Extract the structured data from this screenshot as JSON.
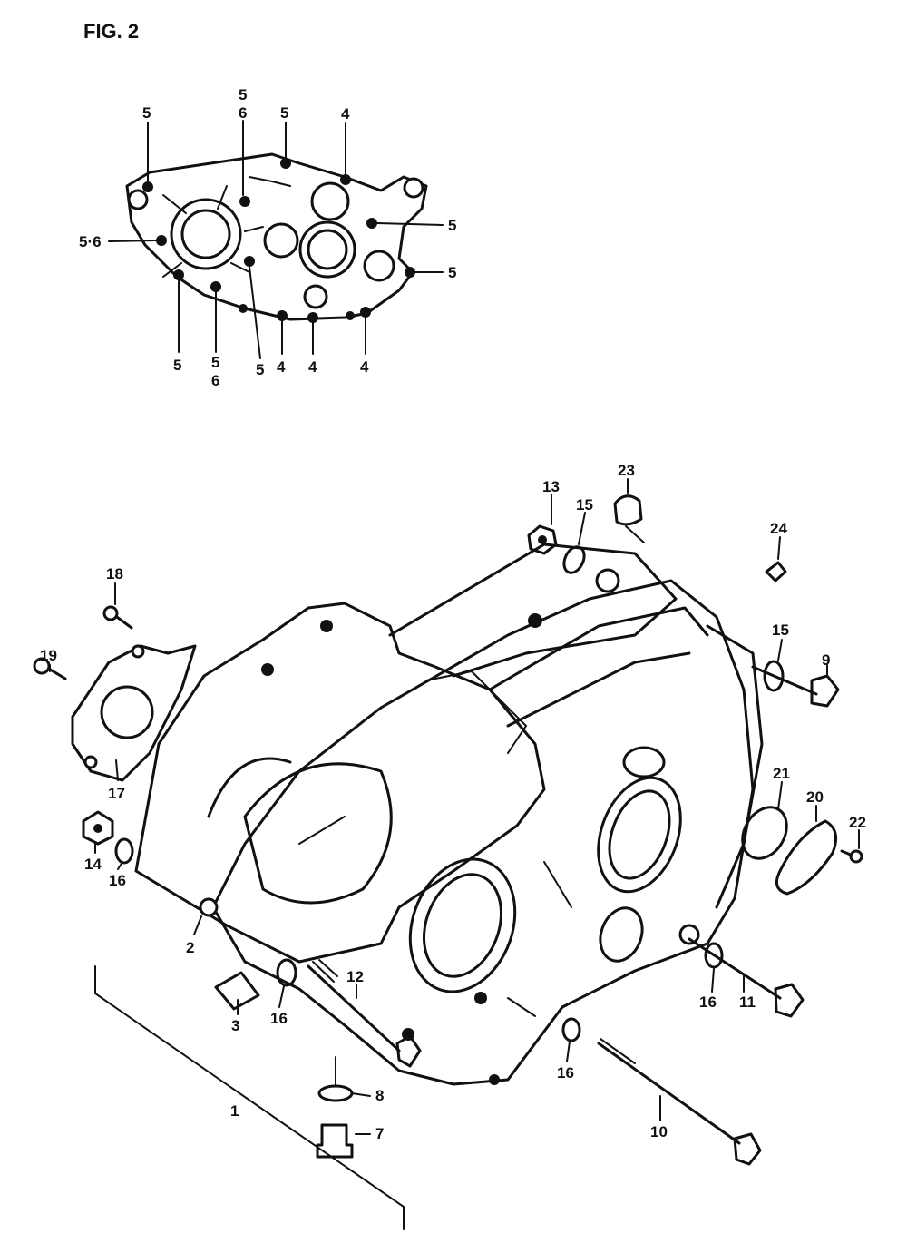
{
  "figure": {
    "title": "FIG. 2"
  },
  "callouts": {
    "c5a": "5",
    "c56a": "5",
    "c56a_b": "6",
    "c5b": "5",
    "c4a": "4",
    "c56b": "5·6",
    "c5c": "5",
    "c5d": "5",
    "c5e": "5",
    "c56c": "5",
    "c56c_b": "6",
    "c5f": "5",
    "c4b": "4",
    "c4c": "4",
    "c4d": "4",
    "c13": "13",
    "c23": "23",
    "c15a": "15",
    "c24": "24",
    "c18": "18",
    "c19": "19",
    "c15b": "15",
    "c9": "9",
    "c17": "17",
    "c21": "21",
    "c20": "20",
    "c22": "22",
    "c14": "14",
    "c16a": "16",
    "c2": "2",
    "c12": "12",
    "c3": "3",
    "c16b": "16",
    "c16c": "16",
    "c11": "11",
    "c8": "8",
    "c16d": "16",
    "c7": "7",
    "c10": "10",
    "c1": "1"
  }
}
